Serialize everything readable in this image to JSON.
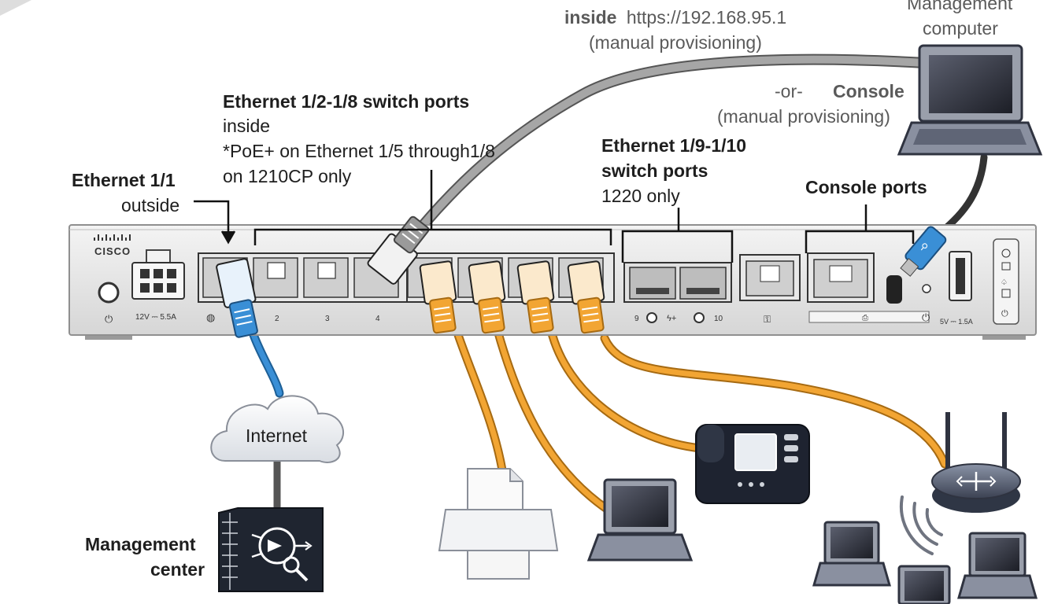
{
  "labels": {
    "inside_url_bold": "inside",
    "inside_url": "https://192.168.95.1",
    "inside_url_sub": "(manual provisioning)",
    "mgmt_computer_1": "Management",
    "mgmt_computer_2": "computer",
    "or": "-or-",
    "console": "Console",
    "console_sub": "(manual provisioning)",
    "eth_switch_title": "Ethernet 1/2-1/8 switch ports",
    "eth_switch_l1": "inside",
    "eth_switch_l2": "*PoE+ on Ethernet 1/5 through1/8",
    "eth_switch_l3": "on 1210CP only",
    "eth_1_9_title1": "Ethernet 1/9-1/10",
    "eth_1_9_title2": "switch ports",
    "eth_1_9_sub": "1220 only",
    "console_ports": "Console ports",
    "eth_1_1_title": "Ethernet 1/1",
    "eth_1_1_sub": "outside",
    "internet": "Internet",
    "mgmt_center_1": "Management",
    "mgmt_center_2": "center"
  },
  "device": {
    "brand": "CISCO",
    "power_rating": "12V ⎓ 5.5A",
    "usb_rating": "5V ⎓ 1.5A",
    "port_nums": [
      "2",
      "3",
      "4"
    ],
    "sfp_nums": [
      "9",
      "10"
    ]
  },
  "colors": {
    "orange_cable": "#f2a533",
    "blue_cable": "#3a8fd6",
    "gray_cable": "#8c8c8c",
    "chassis": "#e6e6e6"
  }
}
